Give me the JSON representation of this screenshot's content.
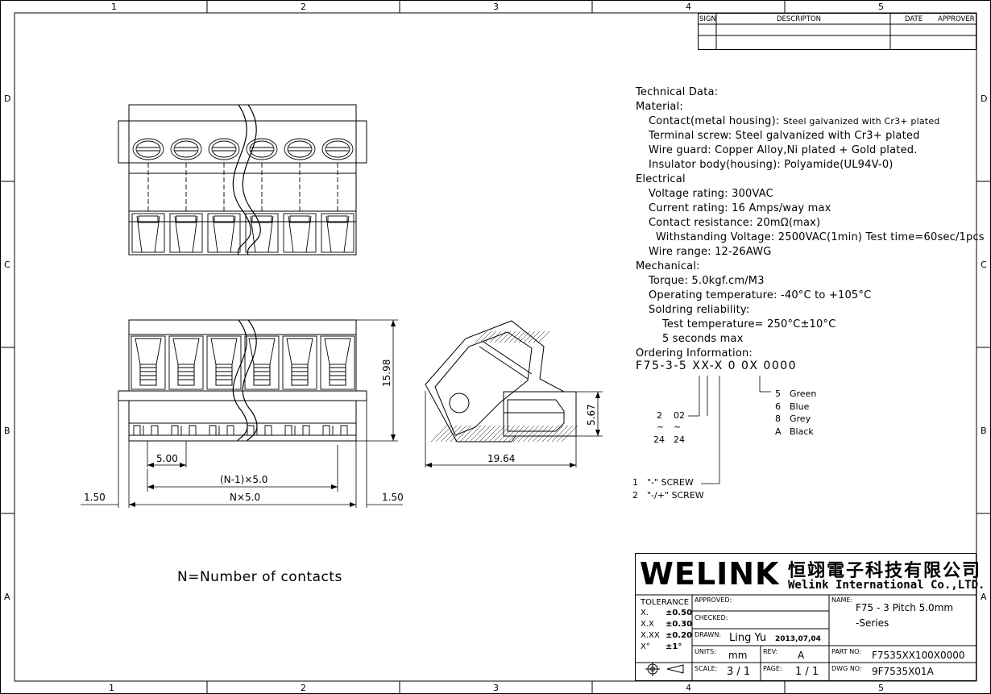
{
  "frame": {
    "columns": [
      "1",
      "2",
      "3",
      "4",
      "5"
    ],
    "rows": [
      "D",
      "C",
      "B",
      "A"
    ]
  },
  "revision_table": {
    "headers": [
      "SIGN",
      "DESCRIPTON",
      "DATE",
      "APPROVER"
    ]
  },
  "technical": {
    "lines": [
      {
        "text": "Technical Data:",
        "indent": 0
      },
      {
        "text": "Material:",
        "indent": 0
      },
      {
        "text": "Contact(metal housing): ",
        "extra": "Steel galvanized with Cr3+ plated",
        "indent": 1
      },
      {
        "text": "Terminal screw: Steel galvanized with Cr3+ plated",
        "indent": 1
      },
      {
        "text": "Wire guard: Copper Alloy,Ni plated + Gold plated.",
        "indent": 1
      },
      {
        "text": "Insulator body(housing): Polyamide(UL94V-0)",
        "indent": 1
      },
      {
        "text": "Electrical",
        "indent": 0
      },
      {
        "text": "Voltage rating: 300VAC",
        "indent": 1
      },
      {
        "text": "Current rating: 16 Amps/way max",
        "indent": 1
      },
      {
        "text": "Contact resistance: 20mΩ(max)",
        "indent": 1
      },
      {
        "text": "Withstanding Voltage: 2500VAC(1min) Test time=60sec/1pcs",
        "indent": 2
      },
      {
        "text": "Wire range: 12-26AWG",
        "indent": 1
      },
      {
        "text": "Mechanical:",
        "indent": 0
      },
      {
        "text": "Torque: 5.0kgf.cm/M3",
        "indent": 1
      },
      {
        "text": "Operating temperature: -40°C to +105°C",
        "indent": 1
      },
      {
        "text": "Soldring reliability:",
        "indent": 1
      },
      {
        "text": "Test temperature= 250°C±10°C",
        "indent": 3
      },
      {
        "text": "5 seconds max",
        "indent": 3
      },
      {
        "text": "Ordering Information:",
        "indent": 0
      }
    ]
  },
  "ordering": {
    "code": "F75-3-5 XX-X 0 0X 0000",
    "positions": [
      "2",
      "02",
      "~",
      "~",
      "24",
      "24"
    ],
    "colors": [
      {
        "code": "5",
        "name": "Green"
      },
      {
        "code": "6",
        "name": "Blue"
      },
      {
        "code": "8",
        "name": "Grey"
      },
      {
        "code": "A",
        "name": "Black"
      }
    ],
    "screws": [
      {
        "code": "1",
        "name": "\"-\" SCREW"
      },
      {
        "code": "2",
        "name": "\"-/+\" SCREW"
      }
    ]
  },
  "dimensions": {
    "pitch": "5.00",
    "n_minus_1": "(N-1)×5.0",
    "n_pitch": "N×5.0",
    "left_margin": "1.50",
    "right_margin": "1.50",
    "height": "15.98",
    "side_height": "5.67",
    "side_width": "19.64"
  },
  "contacts": 6,
  "note": "N=Number of contacts",
  "company": {
    "logo": "WELINK",
    "chinese_name": "恒翊電子科技有限公司",
    "english_name": "Welink International Co.,LTD."
  },
  "title_block": {
    "tolerance_title": "TOLERANCE",
    "tolerances": [
      {
        "label": "X.",
        "value": "±0.50"
      },
      {
        "label": "X.X",
        "value": "±0.30"
      },
      {
        "label": "X.XX",
        "value": "±0.20"
      },
      {
        "label": "X°",
        "value": "±1°"
      }
    ],
    "approved_label": "APPROVED:",
    "checked_label": "CHECKED:",
    "drawn_label": "DRAWN:",
    "drawn_name": "Ling Yu",
    "drawn_date": "2013,07,04",
    "units_label": "UNITS:",
    "units": "mm",
    "rev_label": "REV:",
    "rev": "A",
    "scale_label": "SCALE:",
    "scale": "3 / 1",
    "page_label": "PAGE:",
    "page": "1 / 1",
    "name_label": "NAME:",
    "name_line1": "F75 - 3  Pitch 5.0mm",
    "name_line2": "-Series",
    "part_no_label": "PART NO:",
    "part_no": "F7535XX100X0000",
    "dwg_no_label": "DWG NO:",
    "dwg_no": "9F7535X01A"
  }
}
